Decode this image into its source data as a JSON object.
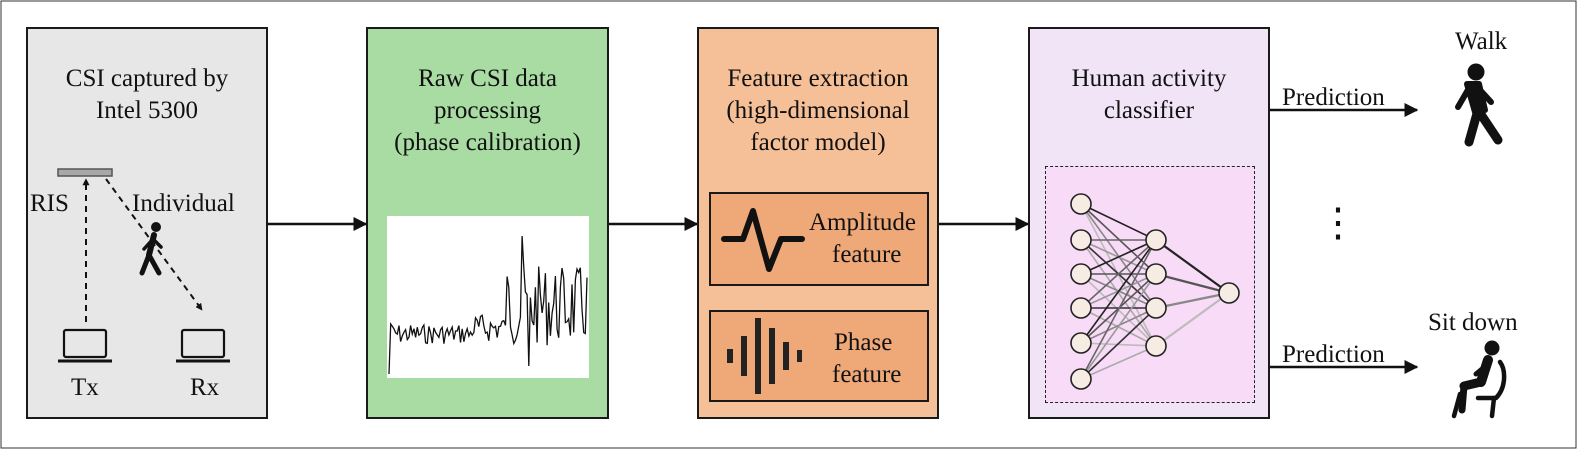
{
  "colors": {
    "capture_fill": "#e7e7e7",
    "processing_fill": "#a8dca2",
    "feature_fill": "#f5bf98",
    "feature_box_fill": "#efa878",
    "classifier_fill": "#f1e4f7",
    "classifier_inner_fill": "#f8dbf6",
    "node_fill": "#f6ece3"
  },
  "capture": {
    "title_line1": "CSI captured by",
    "title_line2": "Intel 5300",
    "ris_label": "RIS",
    "individual_label": "Individual",
    "tx_label": "Tx",
    "rx_label": "Rx",
    "icons": [
      "ris-panel-icon",
      "walking-person-icon",
      "laptop-icon"
    ]
  },
  "processing": {
    "title_line1": "Raw CSI data",
    "title_line2": "processing",
    "title_line3": "(phase calibration)",
    "signal_plot_icon": "csi-signal-plot"
  },
  "features": {
    "title_line1": "Feature extraction",
    "title_line2": "(high-dimensional",
    "title_line3": "factor model)",
    "amplitude_line1": "Amplitude",
    "amplitude_line2": "feature",
    "phase_line1": "Phase",
    "phase_line2": "feature",
    "icons": [
      "pulse-waveform-icon",
      "sound-bars-icon"
    ]
  },
  "classifier": {
    "title_line1": "Human activity",
    "title_line2": "classifier",
    "network_icon": "neural-network-icon"
  },
  "outputs": {
    "top_activity": "Walk",
    "bottom_activity": "Sit down",
    "top_arrow_label": "Prediction",
    "bottom_arrow_label": "Prediction",
    "ellipsis": "⋮",
    "icons": [
      "walking-person-icon",
      "sitting-person-icon"
    ]
  }
}
